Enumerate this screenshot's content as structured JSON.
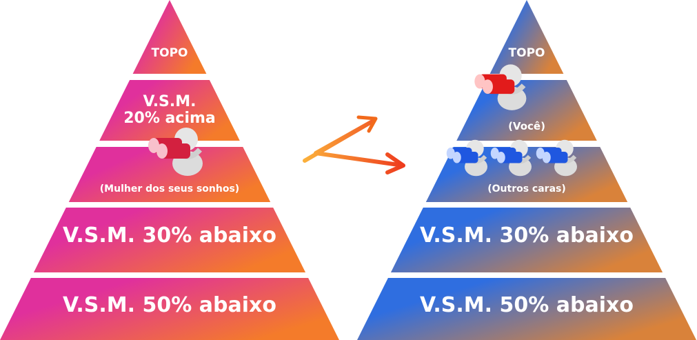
{
  "left_pyramid": {
    "colors": {
      "start": "#e0309c",
      "end": "#f47b2a"
    },
    "tiers": [
      {
        "lines": [
          "TOPO"
        ]
      },
      {
        "lines": [
          "V.S.M.",
          "20% acima"
        ]
      },
      {
        "lines": [
          "(Mulher dos seus sonhos)"
        ]
      },
      {
        "lines": [
          "V.S.M. 30% abaixo"
        ]
      },
      {
        "lines": [
          "V.S.M. 50% abaixo"
        ]
      }
    ]
  },
  "right_pyramid": {
    "colors": {
      "start": "#2f6ee0",
      "end": "#d9823a"
    },
    "tiers": [
      {
        "lines": [
          "TOPO"
        ]
      },
      {
        "lines": [
          "(Você)"
        ]
      },
      {
        "lines": [
          "(Outros caras)"
        ]
      },
      {
        "lines": [
          "V.S.M. 30% abaixo"
        ]
      },
      {
        "lines": [
          "V.S.M. 50% abaixo"
        ]
      }
    ]
  },
  "arrow_color": "#f26a1b"
}
